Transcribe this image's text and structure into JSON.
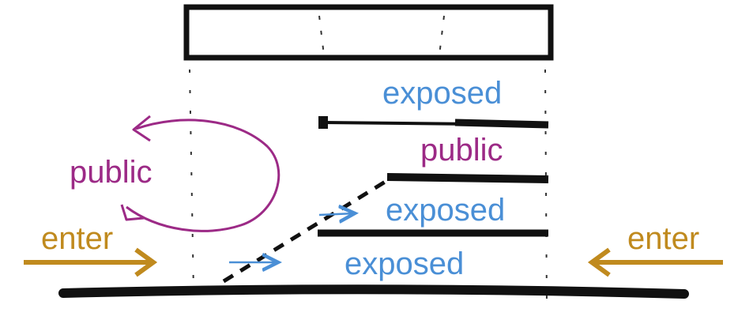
{
  "labels": {
    "exposed_top": "exposed",
    "public_right": "public",
    "public_left": "public",
    "exposed_mid": "exposed",
    "exposed_bottom": "exposed",
    "enter_left": "enter",
    "enter_right": "enter"
  },
  "colors": {
    "ink": "#111111",
    "exposed": "#4a8fd6",
    "public": "#9c2a86",
    "enter": "#c08a1e"
  }
}
